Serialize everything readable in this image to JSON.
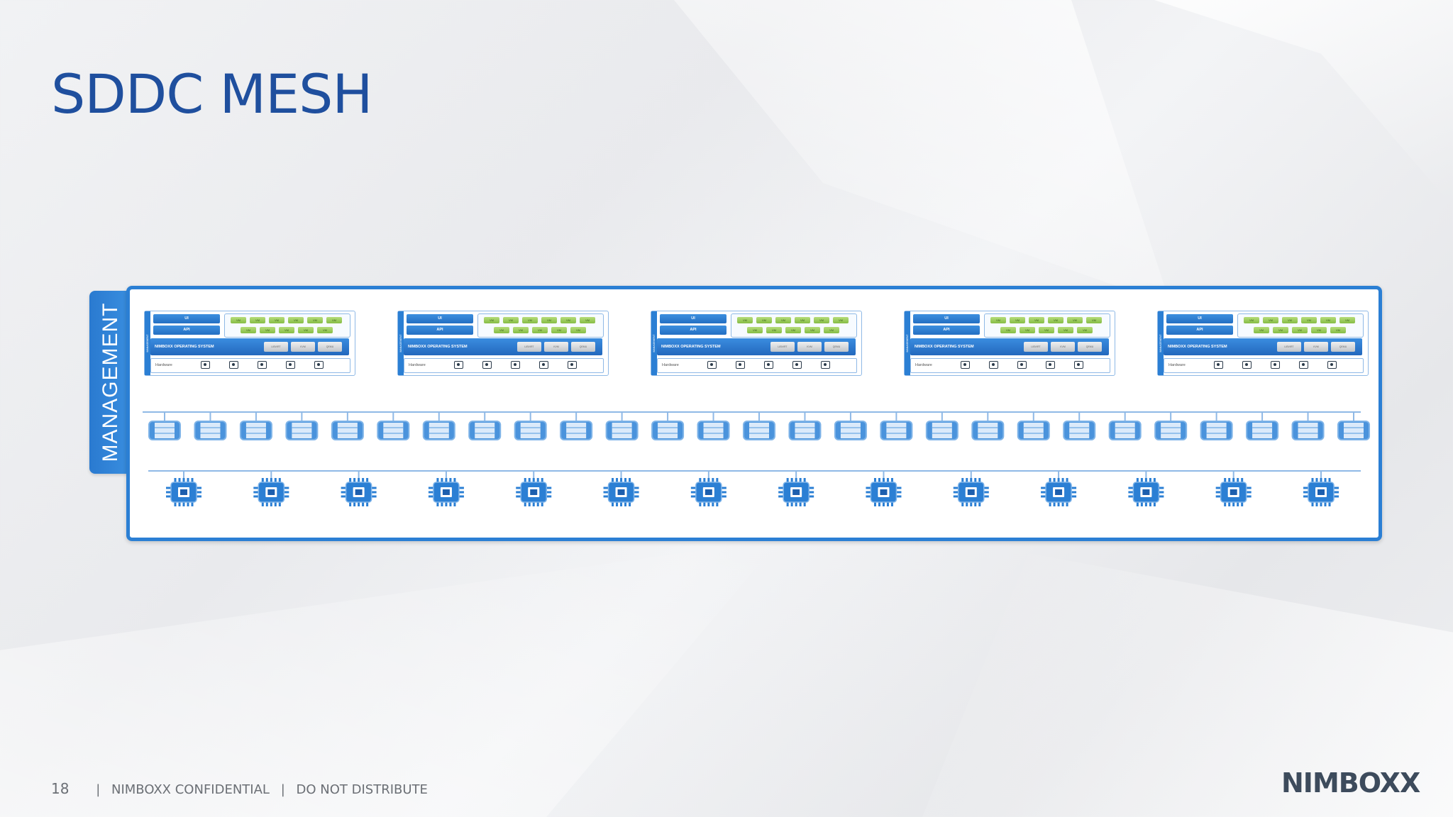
{
  "slide": {
    "title": "SDDC MESH",
    "management_label": "MANAGEMENT"
  },
  "node": {
    "side_label": "MANAGEMENT",
    "ui_label": "UI",
    "api_label": "API",
    "os_label": "NIMBOXX OPERATING SYSTEM",
    "hardware_label": "Hardware",
    "vm_label": "VM",
    "os_buttons": [
      "LIBVIRT",
      "KVM",
      "QEMU"
    ],
    "vm_count": 11,
    "hardware_icons": [
      "ssd-icon",
      "disk-icon",
      "cpu-icon",
      "memory-icon",
      "network-icon"
    ]
  },
  "diagram": {
    "node_count": 5,
    "storage_count": 27,
    "compute_count": 14,
    "colors": {
      "accent_blue": "#2b7fd4",
      "title_blue": "#1f4f9e",
      "vm_green": "#86bd45",
      "connector_blue": "#8fb9e6"
    }
  },
  "footer": {
    "page_number": "18",
    "confidential": "NIMBOXX CONFIDENTIAL",
    "distribution": "DO NOT DISTRIBUTE",
    "logo": "NIMBOXX"
  }
}
